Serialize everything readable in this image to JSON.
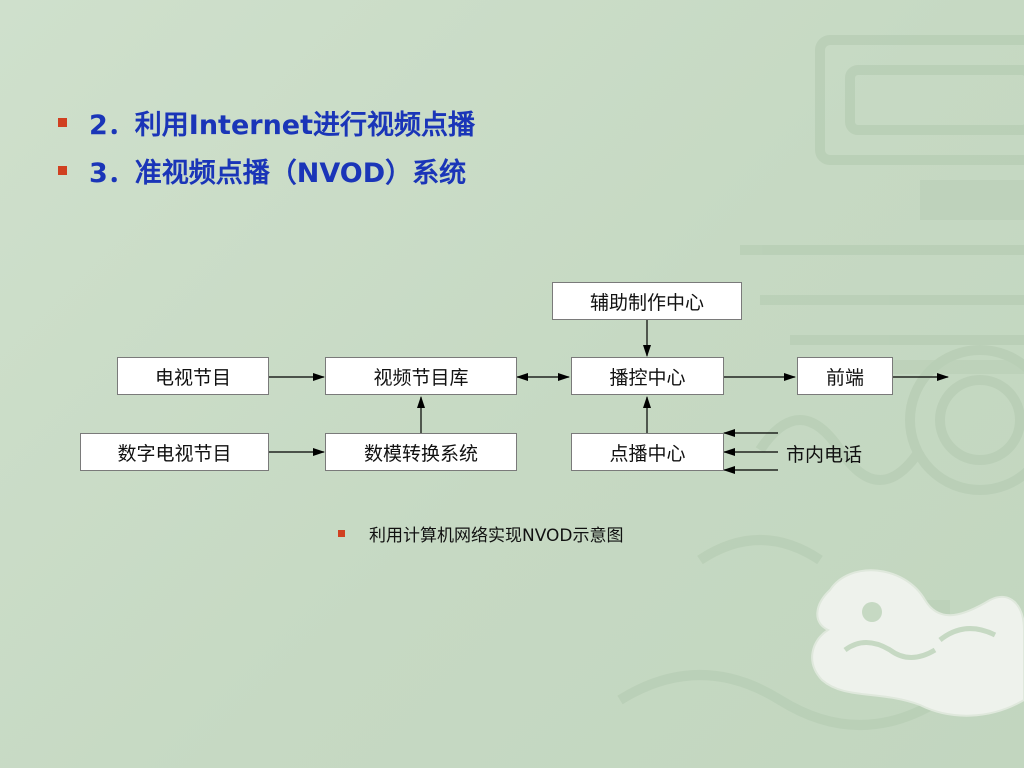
{
  "bullets": [
    {
      "text": "2．利用Internet进行视频点播"
    },
    {
      "text": "3．准视频点播（NVOD）系统"
    }
  ],
  "diagram": {
    "nodes": {
      "aux": "辅助制作中心",
      "tv": "电视节目",
      "lib": "视频节目库",
      "broadcast": "播控中心",
      "frontend": "前端",
      "digitaltv": "数字电视节目",
      "da": "数模转换系统",
      "vod": "点播中心",
      "phone": "市内电话"
    },
    "caption": "利用计算机网络实现NVOD示意图"
  },
  "colors": {
    "heading": "#1a35b8",
    "bullet": "#d04020"
  }
}
